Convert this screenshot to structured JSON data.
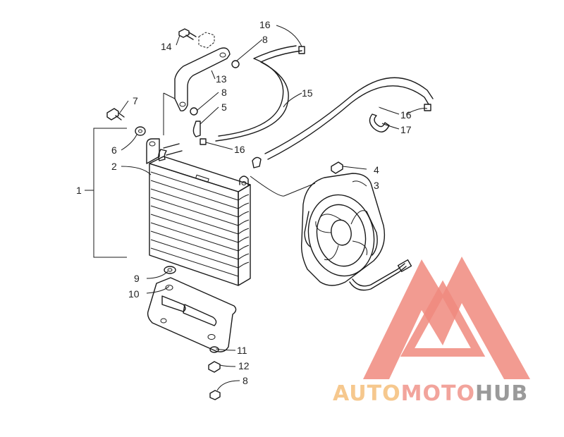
{
  "callouts": {
    "n1": "1",
    "n2": "2",
    "n3": "3",
    "n4": "4",
    "n5": "5",
    "n6": "6",
    "n7": "7",
    "n8a": "8",
    "n8b": "8",
    "n8c": "8",
    "n9": "9",
    "n10": "10",
    "n11": "11",
    "n12": "12",
    "n13": "13",
    "n14": "14",
    "n15": "15",
    "n16a": "16",
    "n16b": "16",
    "n16c": "16",
    "n17": "17"
  },
  "watermark": {
    "part1": "AUTO",
    "part2": "MOTO",
    "part3": "HUB",
    "color_auto": "#f6c88e",
    "color_moto": "#f2a49c",
    "color_hub": "#9a9a9a",
    "logo_color": "#f08a7e"
  }
}
